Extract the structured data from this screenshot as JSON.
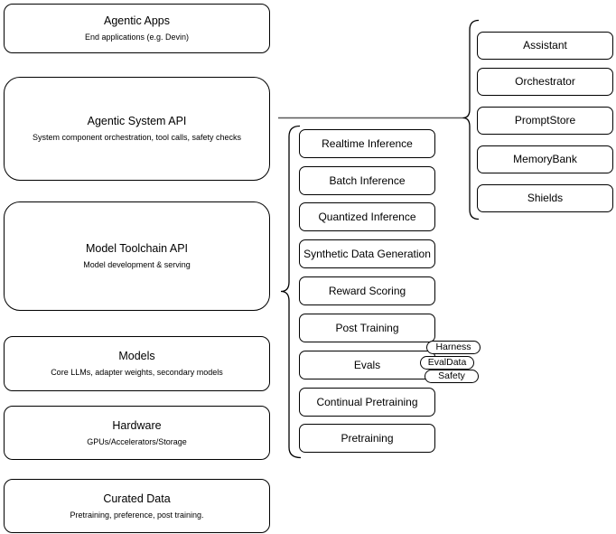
{
  "diagram": {
    "layers": [
      {
        "title": "Agentic Apps",
        "subtitle": "End applications (e.g. Devin)"
      },
      {
        "title": "Agentic System API",
        "subtitle": "System component orchestration, tool calls, safety checks"
      },
      {
        "title": "Model Toolchain API",
        "subtitle": "Model development & serving"
      },
      {
        "title": "Models",
        "subtitle": "Core LLMs, adapter weights, secondary models"
      },
      {
        "title": "Hardware",
        "subtitle": "GPUs/Accelerators/Storage"
      },
      {
        "title": "Curated Data",
        "subtitle": "Pretraining, preference, post training."
      }
    ],
    "toolchain_items": [
      "Realtime Inference",
      "Batch Inference",
      "Quantized Inference",
      "Synthetic Data Generation",
      "Reward Scoring",
      "Post Training",
      "Evals",
      "Continual Pretraining",
      "Pretraining"
    ],
    "eval_tags": [
      "Harness",
      "EvalData",
      "Safety"
    ],
    "system_components": [
      "Assistant",
      "Orchestrator",
      "PromptStore",
      "MemoryBank",
      "Shields"
    ],
    "colors": {
      "node_border": "#000000",
      "node_fill": "#ffffff",
      "connector_line": "#595959",
      "brace": "#000000"
    }
  }
}
